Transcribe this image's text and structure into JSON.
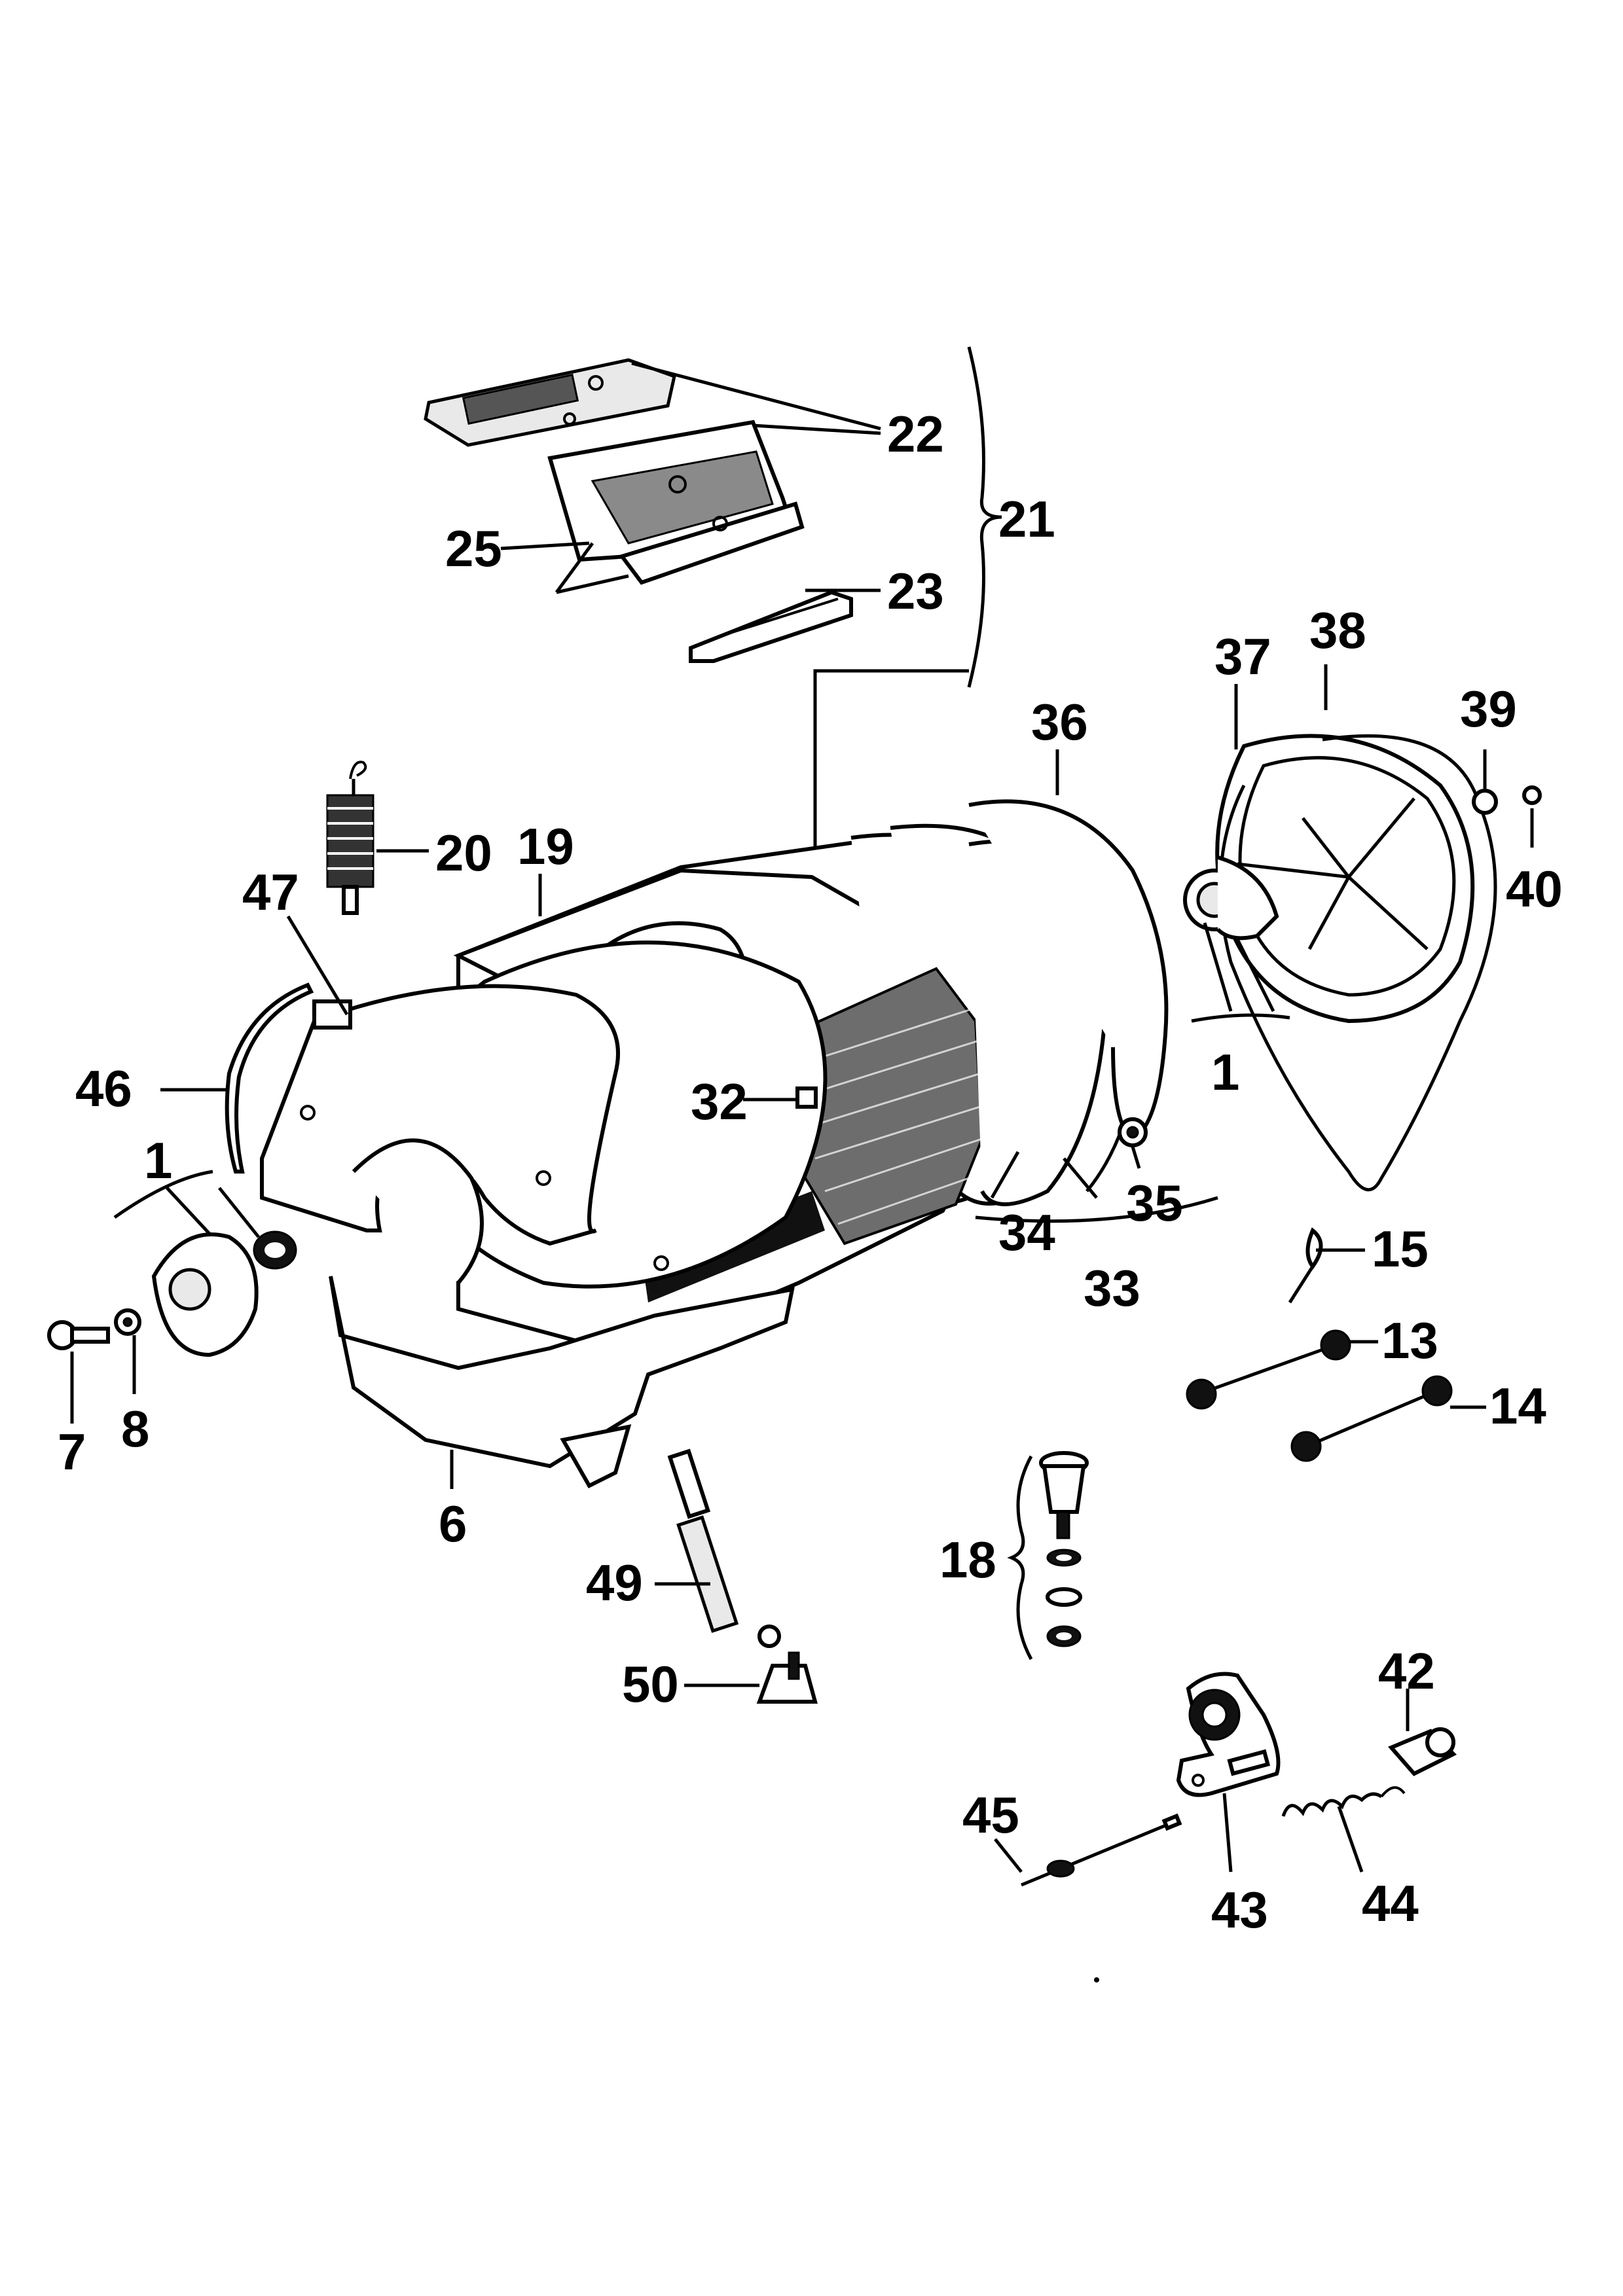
{
  "diagram": {
    "callouts": [
      {
        "id": "c22",
        "text": "22"
      },
      {
        "id": "c21",
        "text": "21"
      },
      {
        "id": "c25",
        "text": "25"
      },
      {
        "id": "c23",
        "text": "23"
      },
      {
        "id": "c38",
        "text": "38"
      },
      {
        "id": "c37",
        "text": "37"
      },
      {
        "id": "c36",
        "text": "36"
      },
      {
        "id": "c39",
        "text": "39"
      },
      {
        "id": "c40",
        "text": "40"
      },
      {
        "id": "c20",
        "text": "20"
      },
      {
        "id": "c19",
        "text": "19"
      },
      {
        "id": "c47",
        "text": "47"
      },
      {
        "id": "c1a",
        "text": "1"
      },
      {
        "id": "c46",
        "text": "46"
      },
      {
        "id": "c1b",
        "text": "1"
      },
      {
        "id": "c32",
        "text": "32"
      },
      {
        "id": "c35",
        "text": "35"
      },
      {
        "id": "c34",
        "text": "34"
      },
      {
        "id": "c33",
        "text": "33"
      },
      {
        "id": "c15",
        "text": "15"
      },
      {
        "id": "c13",
        "text": "13"
      },
      {
        "id": "c14",
        "text": "14"
      },
      {
        "id": "c7",
        "text": "7"
      },
      {
        "id": "c8",
        "text": "8"
      },
      {
        "id": "c6",
        "text": "6"
      },
      {
        "id": "c18",
        "text": "18"
      },
      {
        "id": "c49",
        "text": "49"
      },
      {
        "id": "c50",
        "text": "50"
      },
      {
        "id": "c42",
        "text": "42"
      },
      {
        "id": "c45",
        "text": "45"
      },
      {
        "id": "c43",
        "text": "43"
      },
      {
        "id": "c44",
        "text": "44"
      }
    ]
  }
}
